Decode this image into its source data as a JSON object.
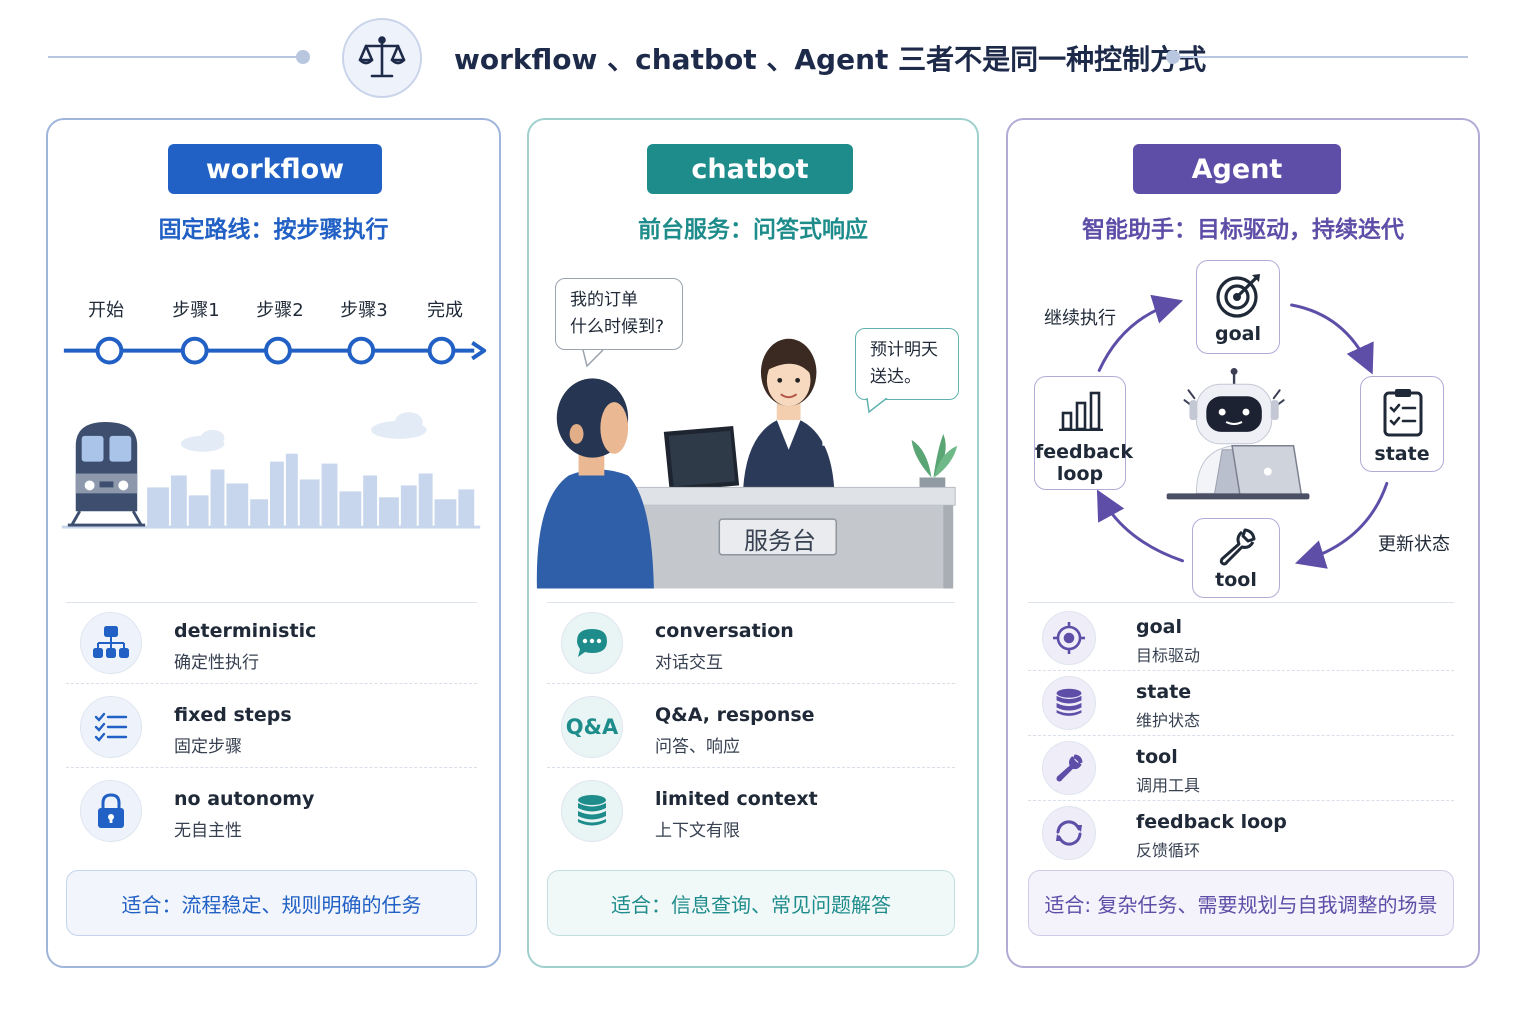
{
  "header": {
    "title": "workflow 、chatbot 、Agent 三者不是同一种控制方式",
    "icon": "scale-icon"
  },
  "colors": {
    "workflow": "#2160c4",
    "chatbot": "#1f8c8c",
    "agent": "#5e4ea8"
  },
  "workflow": {
    "pill": "workflow",
    "subtitle": "固定路线：按步骤执行",
    "steps": [
      "开始",
      "步骤1",
      "步骤2",
      "步骤3",
      "完成"
    ],
    "features": [
      {
        "en": "deterministic",
        "zh": "确定性执行",
        "icon": "hierarchy-icon"
      },
      {
        "en": "fixed steps",
        "zh": "固定步骤",
        "icon": "checklist-icon"
      },
      {
        "en": "no autonomy",
        "zh": "无自主性",
        "icon": "lock-icon"
      }
    ],
    "fit": "适合：流程稳定、规则明确的任务"
  },
  "chatbot": {
    "pill": "chatbot",
    "subtitle": "前台服务：问答式响应",
    "question_line1": "我的订单",
    "question_line2": "什么时候到?",
    "answer_line1": "预计明天",
    "answer_line2": "送达。",
    "desk_sign": "服务台",
    "features": [
      {
        "en": "conversation",
        "zh": "对话交互",
        "icon": "chat-icon"
      },
      {
        "en": "Q&A, response",
        "zh": "问答、响应",
        "icon": "qa-icon",
        "badge": "Q&A"
      },
      {
        "en": "limited context",
        "zh": "上下文有限",
        "icon": "database-icon"
      }
    ],
    "fit": "适合：信息查询、常见问题解答"
  },
  "agent": {
    "pill": "Agent",
    "subtitle": "智能助手：目标驱动，持续迭代",
    "nodes": {
      "goal": "goal",
      "state": "state",
      "tool": "tool",
      "feedback_line1": "feedback",
      "feedback_line2": "loop"
    },
    "cycle_labels": {
      "continue": "继续执行",
      "update": "更新状态"
    },
    "features": [
      {
        "en": "goal",
        "zh": "目标驱动",
        "icon": "target-icon"
      },
      {
        "en": "state",
        "zh": "维护状态",
        "icon": "database-icon"
      },
      {
        "en": "tool",
        "zh": "调用工具",
        "icon": "wrench-icon"
      },
      {
        "en": "feedback loop",
        "zh": "反馈循环",
        "icon": "refresh-icon"
      }
    ],
    "fit": "适合: 复杂任务、需要规划与自我调整的场景"
  }
}
